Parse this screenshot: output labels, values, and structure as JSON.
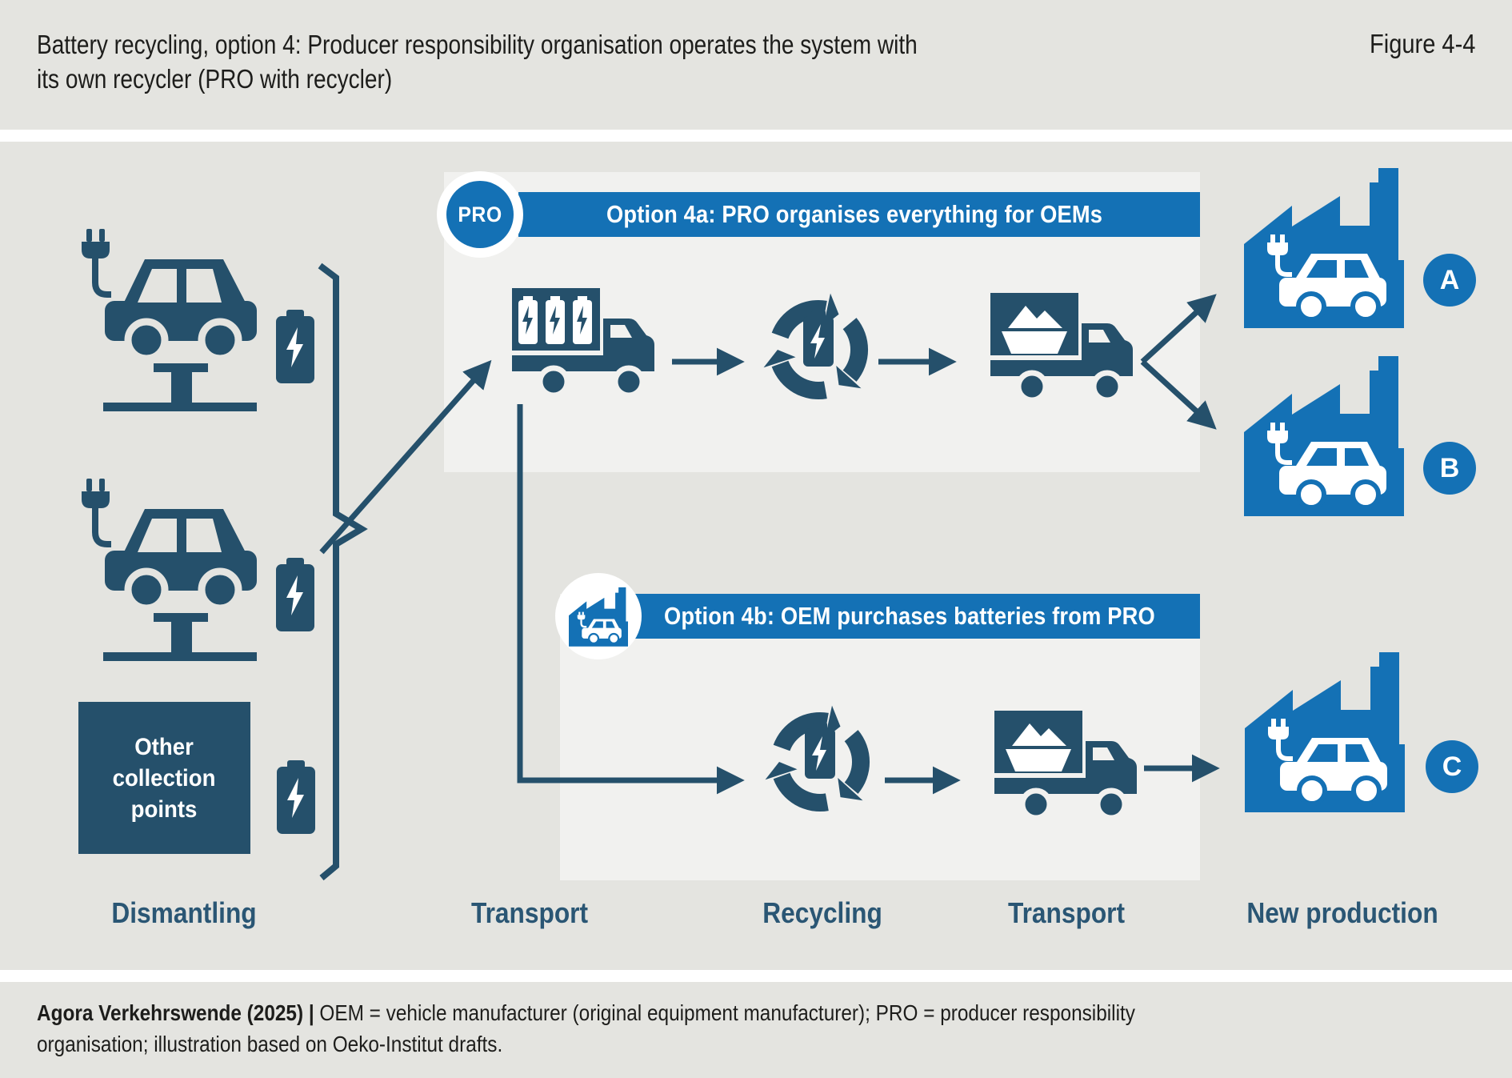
{
  "figure": {
    "title_line1": "Battery recycling, option 4: Producer responsibility organisation operates the system with",
    "title_line2": "its own recycler (PRO with recycler)",
    "figure_label": "Figure 4-4"
  },
  "option_4a": {
    "badge_label": "PRO",
    "banner": "Option 4a: PRO organises everything for OEMs"
  },
  "option_4b": {
    "banner": "Option 4b: OEM purchases batteries from PRO"
  },
  "dismantling": {
    "other_collection_box": "Other\ncollection\npoints"
  },
  "oem_badges": {
    "a": "A",
    "b": "B",
    "c": "C"
  },
  "stages": [
    "Dismantling",
    "Transport",
    "Recycling",
    "Transport",
    "New production"
  ],
  "footer": {
    "line1_bold": "Agora Verkehrswende (2025) |",
    "line1_rest": " OEM = vehicle manufacturer (original equipment manufacturer); PRO = producer responsibility",
    "line2": "organisation; illustration based on Oeko-Institut drafts."
  },
  "icons": {
    "pro_badge": "pro-circle",
    "oem_badge": "factory-with-ev-car",
    "car_on_lift": "ev-car-on-lift",
    "battery": "battery-with-bolt",
    "truck_batteries": "truck-carrying-batteries",
    "recycling": "recycling-arrows-around-battery",
    "truck_materials": "truck-carrying-materials",
    "factory": "factory-with-ev-car"
  },
  "colors": {
    "background": "#e4e4e0",
    "panel": "#f1f1ef",
    "blue": "#1471b5",
    "icon_dark": "#25506b",
    "label_dark": "#2a5674",
    "text": "#1d1d1b",
    "white": "#ffffff"
  }
}
